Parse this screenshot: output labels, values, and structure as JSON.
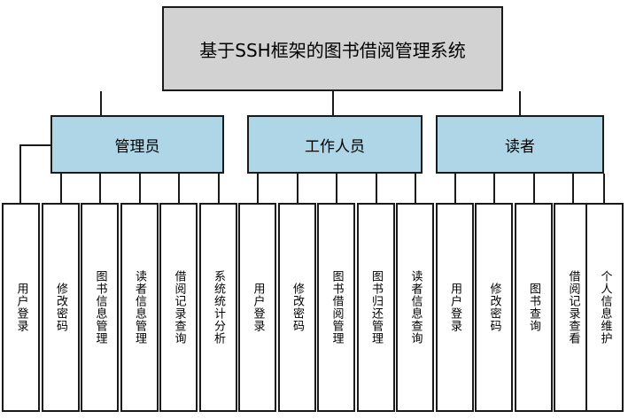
{
  "diagram": {
    "type": "hierarchy-tree",
    "title": "基于SSH框架的图书借阅管理系统",
    "colors": {
      "root_fill": "#d2d2d2",
      "role_fill": "#aed6e6",
      "leaf_fill": "#ffffff",
      "stroke": "#1a1a1a",
      "background": "#ffffff"
    },
    "root": {
      "label": "基于SSH框架的图书借阅管理系统"
    },
    "roles": [
      {
        "label": "管理员"
      },
      {
        "label": "工作人员"
      },
      {
        "label": "读者"
      }
    ],
    "leaves": [
      {
        "label": "用户登录",
        "parent": "管理员"
      },
      {
        "label": "修改密码",
        "parent": "管理员"
      },
      {
        "label": "图书信息管理",
        "parent": "管理员"
      },
      {
        "label": "读者信息管理",
        "parent": "管理员"
      },
      {
        "label": "借阅记录查询",
        "parent": "管理员"
      },
      {
        "label": "系统统计分析",
        "parent": "管理员"
      },
      {
        "label": "用户登录",
        "parent": "工作人员"
      },
      {
        "label": "修改密码",
        "parent": "工作人员"
      },
      {
        "label": "图书借阅管理",
        "parent": "工作人员"
      },
      {
        "label": "图书归还管理",
        "parent": "工作人员"
      },
      {
        "label": "读者信息查询",
        "parent": "工作人员"
      },
      {
        "label": "用户登录",
        "parent": "读者"
      },
      {
        "label": "修改密码",
        "parent": "读者"
      },
      {
        "label": "图书查询",
        "parent": "读者"
      },
      {
        "label": "借阅记录查看",
        "parent": "读者"
      },
      {
        "label": "个人信息维护",
        "parent": "读者"
      }
    ]
  }
}
